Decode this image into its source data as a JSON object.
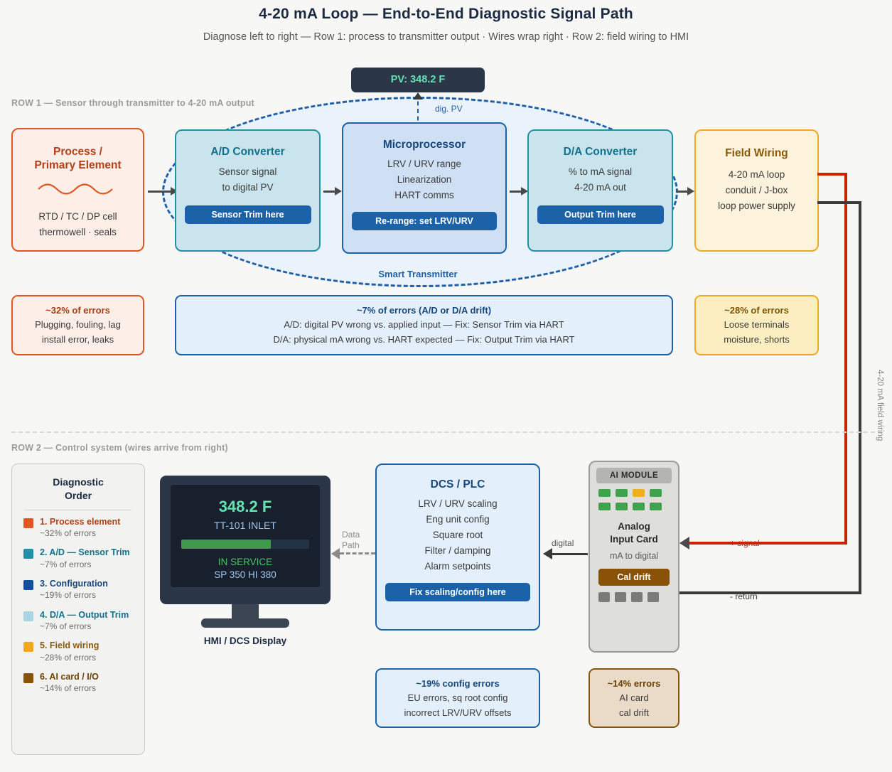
{
  "header": {
    "title": "4-20 mA Loop — End-to-End Diagnostic Signal Path",
    "subtitle": "Diagnose left to right — Row 1: process to transmitter output · Wires wrap right · Row 2: field wiring to HMI"
  },
  "rows": {
    "row1_label": "ROW 1 — Sensor through transmitter to 4-20 mA output",
    "row2_label": "ROW 2 — Control system (wires arrive from right)"
  },
  "pv_badge": {
    "text": "PV: 348.2 F",
    "link_label": "dig. PV"
  },
  "smart_transmitter": {
    "label": "Smart Transmitter"
  },
  "nodes": {
    "process": {
      "title_line1": "Process /",
      "title_line2": "Primary Element",
      "lines": [
        "RTD / TC / DP cell",
        "thermowell · seals"
      ]
    },
    "ad": {
      "title": "A/D Converter",
      "lines": [
        "Sensor signal",
        "to digital PV"
      ],
      "button": "Sensor Trim here"
    },
    "micro": {
      "title": "Microprocessor",
      "lines": [
        "LRV / URV range",
        "Linearization",
        "HART comms"
      ],
      "button": "Re-range: set LRV/URV"
    },
    "da": {
      "title": "D/A Converter",
      "lines": [
        "% to mA signal",
        "4-20 mA out"
      ],
      "button": "Output Trim here"
    },
    "field": {
      "title": "Field Wiring",
      "lines": [
        "4-20 mA loop",
        "conduit / J-box",
        "loop power supply"
      ]
    },
    "dcs": {
      "title": "DCS / PLC",
      "lines": [
        "LRV / URV scaling",
        "Eng unit config",
        "Square root",
        "Filter / damping",
        "Alarm setpoints"
      ],
      "button": "Fix scaling/config here"
    }
  },
  "notes": {
    "process": {
      "head": "~32% of errors",
      "lines": [
        "Plugging, fouling, lag",
        "install error, leaks"
      ]
    },
    "converter": {
      "head": "~7% of errors (A/D or D/A drift)",
      "lines": [
        "A/D: digital PV wrong vs. applied input — Fix: Sensor Trim via HART",
        "D/A: physical mA wrong vs. HART expected — Fix: Output Trim via HART"
      ]
    },
    "wiring": {
      "head": "~28% of errors",
      "lines": [
        "Loose terminals",
        "moisture, shorts"
      ]
    },
    "config": {
      "head": "~19% config errors",
      "lines": [
        "EU errors, sq root config",
        "incorrect LRV/URV offsets"
      ]
    },
    "aicard": {
      "head": "~14% errors",
      "lines": [
        "AI card",
        "cal drift"
      ]
    }
  },
  "legend": {
    "title_line1": "Diagnostic",
    "title_line2": "Order",
    "items": [
      {
        "label": "1. Process element",
        "sub": "~32% of errors",
        "color": "#e1561f",
        "text_color": "#b3401a"
      },
      {
        "label": "2. A/D — Sensor Trim",
        "sub": "~7% of errors",
        "color": "#2490a8",
        "text_color": "#13718c"
      },
      {
        "label": "3. Configuration",
        "sub": "~19% of errors",
        "color": "#12509c",
        "text_color": "#15477e"
      },
      {
        "label": "4. D/A — Output Trim",
        "sub": "~7% of errors",
        "color": "#a8d5e2",
        "text_color": "#13718c"
      },
      {
        "label": "5. Field wiring",
        "sub": "~28% of errors",
        "color": "#f0a81e",
        "text_color": "#8a5a06"
      },
      {
        "label": "6. AI card / I/O",
        "sub": "~14% of errors",
        "color": "#8a5206",
        "text_color": "#6e4104"
      }
    ]
  },
  "hmi": {
    "pv": "348.2 F",
    "tag": "TT-101 INLET",
    "bar_percent": 70,
    "status": "IN SERVICE",
    "setpoints": "SP 350 HI 380",
    "caption": "HMI / DCS Display"
  },
  "ai_module": {
    "header": "AI MODULE",
    "name_line1": "Analog",
    "name_line2": "Input Card",
    "sub": "mA to digital",
    "cal_button": "Cal drift",
    "leds_row1": [
      "#3fa34d",
      "#3fa34d",
      "#f0b01e",
      "#3fa34d"
    ],
    "leds_row2": [
      "#3fa34d",
      "#3fa34d",
      "#3fa34d",
      "#3fa34d"
    ]
  },
  "wiring": {
    "plus_label": "+ signal",
    "return_label": "- return",
    "field_label": "4-20 mA field wiring",
    "digital_label": "digital",
    "datapath_line1": "Data",
    "datapath_line2": "Path",
    "plus_color": "#cc2200",
    "return_color": "#3a3a3a"
  }
}
